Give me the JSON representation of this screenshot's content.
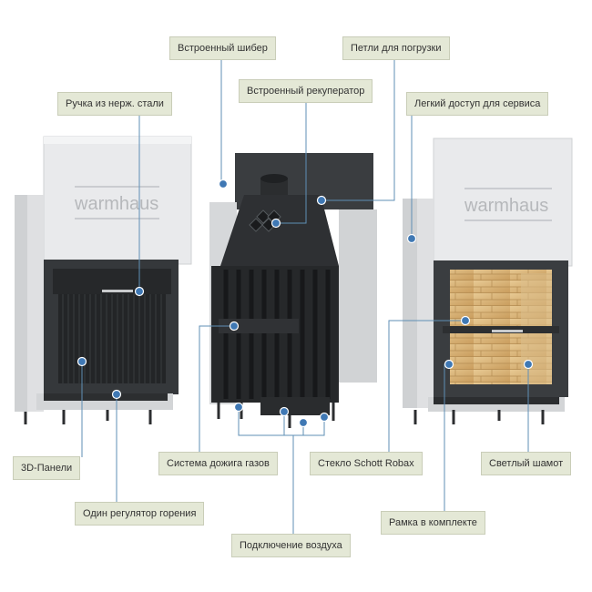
{
  "brand": {
    "logo_text": "warmhaus"
  },
  "colors": {
    "callout_bg": "#e4e8d6",
    "leader": "#5f8fb6",
    "dot": "#3f78b4",
    "steel": "#2f3133"
  },
  "callouts": {
    "built_in_damper": "Встроенный шибер",
    "loading_hinges": "Петли для погрузки",
    "stainless_handle": "Ручка из нерж. стали",
    "built_in_recuperator": "Встроенный рекуператор",
    "service_access": "Легкий доступ для сервиса",
    "panels_3d": "3D-Панели",
    "gas_afterburn": "Система дожига газов",
    "schott_robax": "Стекло Schott Robax",
    "light_chamotte": "Светлый шамот",
    "single_regulator": "Один регулятор горения",
    "frame_included": "Рамка в комплекте",
    "air_connection": "Подключение воздуха"
  }
}
